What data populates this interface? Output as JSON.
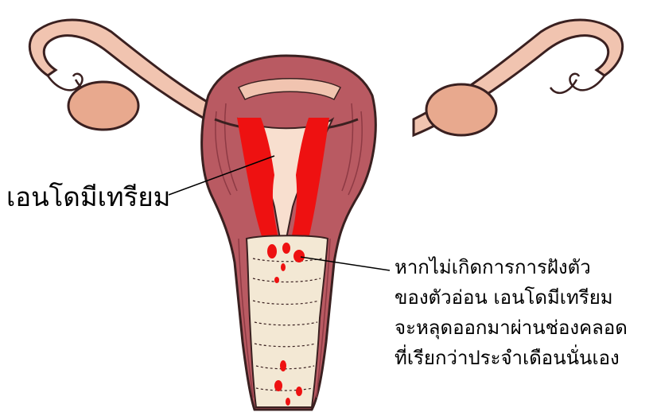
{
  "labels": {
    "endometrium": "เอนโดมีเทรียม",
    "note_lines": [
      "หากไม่เกิดการการฝังตัว",
      "ของตัวอ่อน  เอนโดมีเทรียม",
      "จะหลุดออกมาผ่านช่องคลอด",
      "ที่เรียกว่าประจำเดือนนั่นเอง"
    ]
  },
  "colors": {
    "outline": "#3a2020",
    "tube": "#f1c4b0",
    "ovary": "#e8a98e",
    "muscle": "#b95a62",
    "muscle_dark": "#8e3a44",
    "cavity": "#f8dfcf",
    "endometrium": "#ee1111",
    "vagina": "#f3e8d4"
  }
}
